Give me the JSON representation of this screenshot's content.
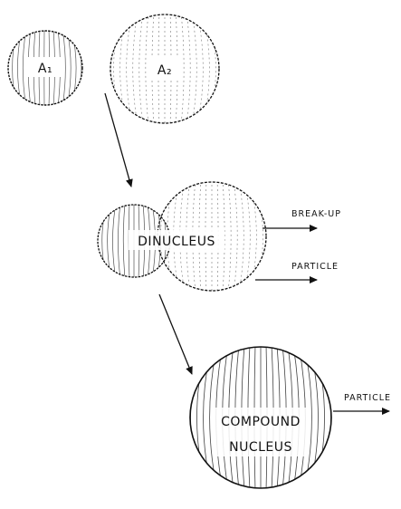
{
  "figure": {
    "labels": {
      "a1": "A₁",
      "a2": "A₂",
      "dinucleus": "DINUCLEUS",
      "break_up": "BREAK-UP",
      "particle_upper": "PARTICLE",
      "compound_line1": "COMPOUND",
      "compound_line2": "NUCLEUS",
      "particle_lower": "PARTICLE"
    },
    "colors": {
      "ink": "#111111",
      "background": "#ffffff"
    }
  }
}
